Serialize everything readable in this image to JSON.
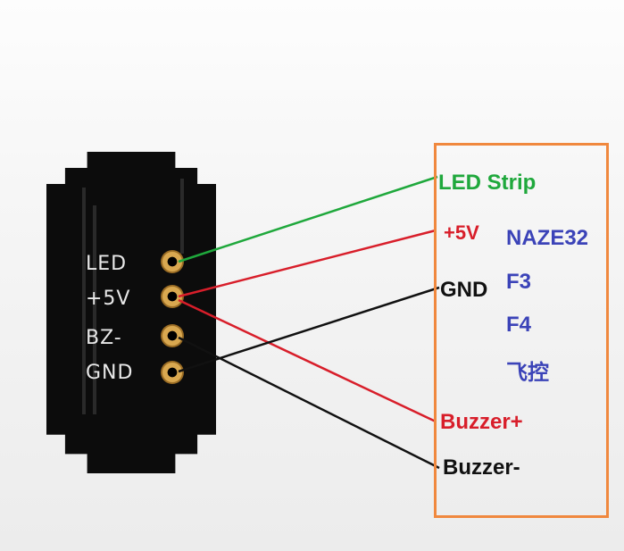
{
  "board": {
    "silkscreen": [
      "LED",
      "+5V",
      "BZ-",
      "GND"
    ]
  },
  "labels": {
    "led_strip": "LED Strip",
    "plus5v": "+5V",
    "gnd": "GND",
    "buzzer_plus": "Buzzer+",
    "buzzer_minus": "Buzzer-"
  },
  "controllers": [
    "NAZE32",
    "F3",
    "F4",
    "飞控"
  ],
  "colors": {
    "led_wire": "#1fa83c",
    "power_wire": "#d81e2a",
    "ground_wire": "#111111",
    "led_label": "#1fa83c",
    "power_label": "#d81e2a",
    "controller_label": "#3b43b8",
    "frame": "#f0883e"
  }
}
